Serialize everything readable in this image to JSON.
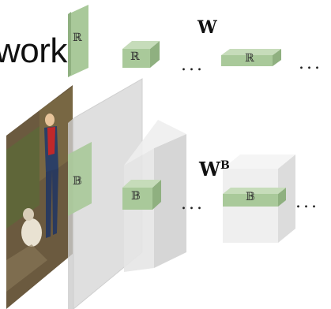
{
  "title_fragment": "work",
  "top_row": {
    "weight_label": "W",
    "blocks": [
      "ℝ",
      "ℝ",
      "ℝ"
    ],
    "ellipsis_left": "...",
    "ellipsis_right": "..."
  },
  "bottom_row": {
    "weight_label_base": "W",
    "weight_label_sup": "B",
    "blocks": [
      "𝔹",
      "𝔹",
      "𝔹"
    ],
    "ellipsis_left": "...",
    "ellipsis_right": "..."
  },
  "colors": {
    "green_face": "#a9c99a",
    "green_side": "#8fb080",
    "green_top": "#c6dcba",
    "gray_front": "#e9e9e9",
    "gray_side": "#d6d6d6",
    "gray_top": "#f3f3f3"
  }
}
